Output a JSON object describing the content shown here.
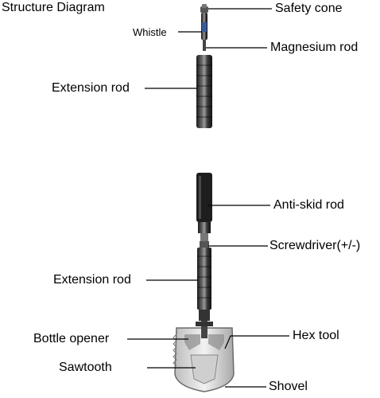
{
  "title": "Structure Diagram",
  "labels": {
    "safety_cone": "Safety cone",
    "whistle": "Whistle",
    "magnesium_rod": "Magnesium rod",
    "extension_rod_upper": "Extension rod",
    "anti_skid_rod": "Anti-skid rod",
    "screwdriver": "Screwdriver(+/-)",
    "extension_rod_lower": "Extension rod",
    "bottle_opener": "Bottle opener",
    "hex_tool": "Hex tool",
    "sawtooth": "Sawtooth",
    "shovel": "Shovel"
  },
  "colors": {
    "background": "#ffffff",
    "line": "#000000",
    "metal_dark": "#2a2a2a",
    "metal_mid": "#8a8a8a",
    "metal_light": "#d8d8d8",
    "accent": "#3a5a9a"
  }
}
